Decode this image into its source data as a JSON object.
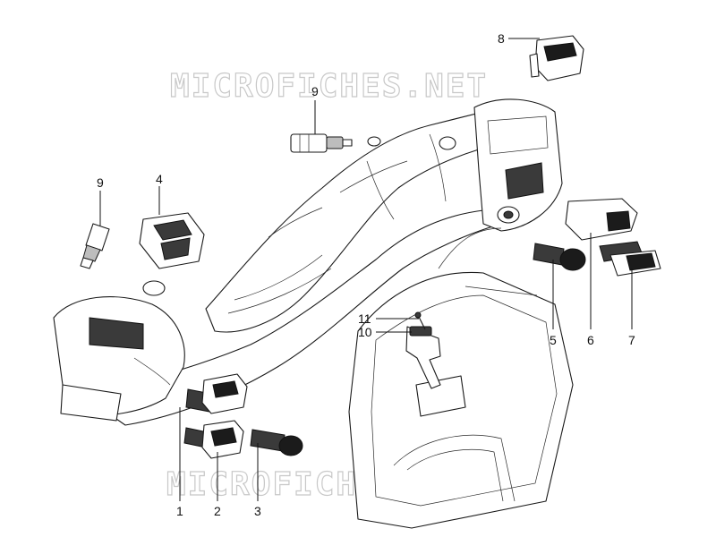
{
  "watermarks": [
    "MICROFICHES.NET",
    "MICROFICHES.NET"
  ],
  "callouts": [
    {
      "id": "1",
      "label": "1"
    },
    {
      "id": "2",
      "label": "2"
    },
    {
      "id": "3",
      "label": "3"
    },
    {
      "id": "4",
      "label": "4"
    },
    {
      "id": "5",
      "label": "5"
    },
    {
      "id": "6",
      "label": "6"
    },
    {
      "id": "7",
      "label": "7"
    },
    {
      "id": "8",
      "label": "8"
    },
    {
      "id": "9a",
      "label": "9"
    },
    {
      "id": "9b",
      "label": "9"
    },
    {
      "id": "10",
      "label": "10"
    },
    {
      "id": "11",
      "label": "11"
    }
  ],
  "colors": {
    "ink": "#1a1a1a",
    "watermark": "#c8c8c8",
    "background": "#ffffff"
  }
}
